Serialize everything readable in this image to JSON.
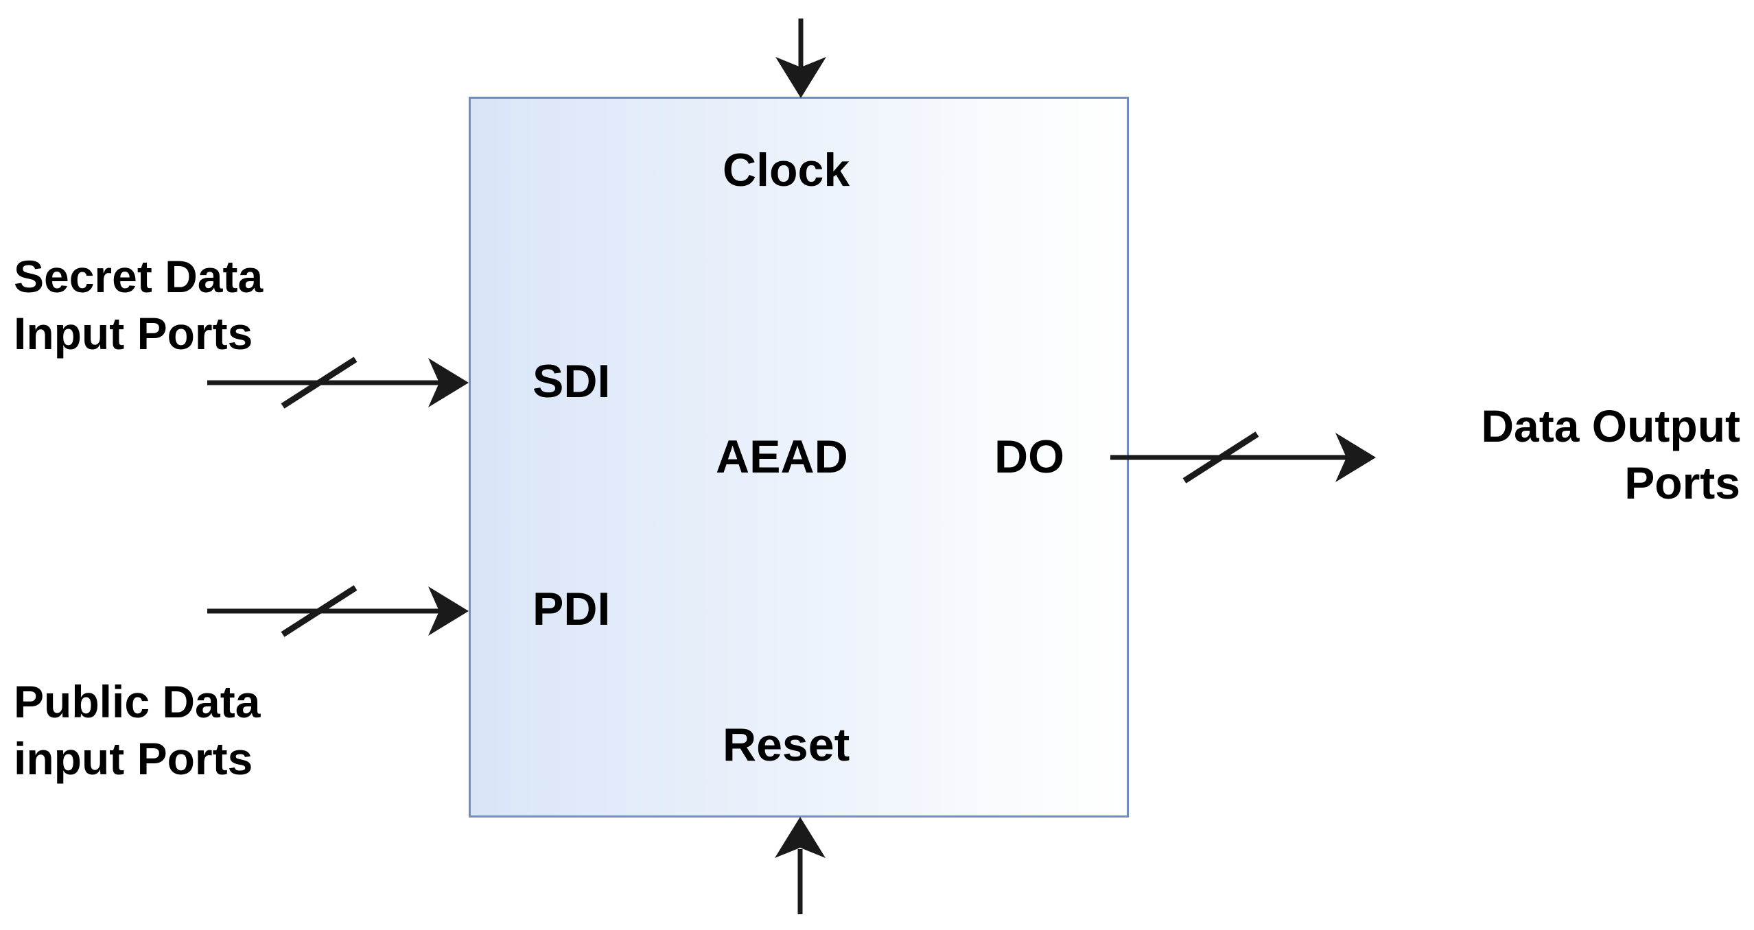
{
  "diagram": {
    "title": "AEAD core interface block diagram",
    "block": {
      "name": "AEAD",
      "label": "AEAD",
      "fill_start": "#d9e5f7",
      "fill_end": "#ffffff",
      "border_color": "#6f8dc0"
    },
    "ports": {
      "clock": "Clock",
      "reset": "Reset",
      "sdi": "SDI",
      "pdi": "PDI",
      "do": "DO"
    },
    "annotations": {
      "secret_data_input": "Secret Data\nInput Ports",
      "public_data_input": "Public Data\ninput Ports",
      "data_output": "Data Output\nPorts"
    },
    "signals": [
      {
        "name": "clock-in",
        "from": "external",
        "to": "AEAD",
        "direction": "down",
        "bus": false
      },
      {
        "name": "reset-in",
        "from": "external",
        "to": "AEAD",
        "direction": "up",
        "bus": false
      },
      {
        "name": "sdi-in",
        "from": "Secret Data Input Ports",
        "to": "SDI",
        "direction": "right",
        "bus": true
      },
      {
        "name": "pdi-in",
        "from": "Public Data input Ports",
        "to": "PDI",
        "direction": "right",
        "bus": true
      },
      {
        "name": "do-out",
        "from": "DO",
        "to": "Data Output Ports",
        "direction": "right",
        "bus": true
      }
    ],
    "colors": {
      "wire": "#1a1a1a",
      "text": "#000000",
      "background": "#ffffff"
    }
  }
}
